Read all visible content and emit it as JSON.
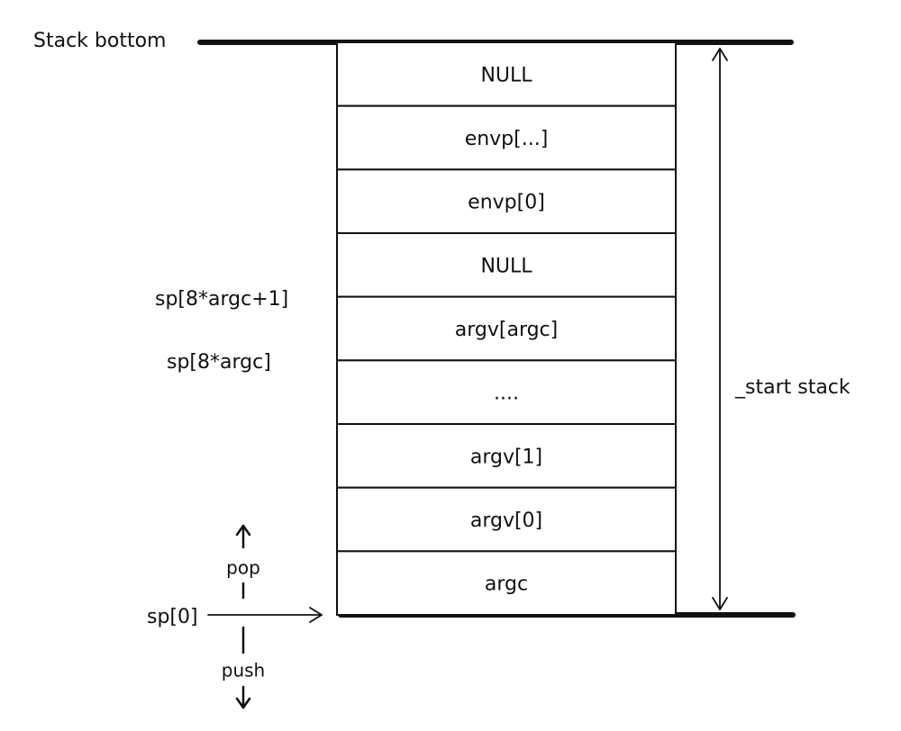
{
  "labels": {
    "stack_bottom": "Stack bottom",
    "sp_argc_plus_1": "sp[8*argc+1]",
    "sp_argc": "sp[8*argc]",
    "start_stack": "_start stack",
    "pop": "pop",
    "push": "push",
    "sp0": "sp[0]"
  },
  "cells": [
    "NULL",
    "envp[...]",
    "envp[0]",
    "NULL",
    "argv[argc]",
    "....",
    "argv[1]",
    "argv[0]",
    "argc"
  ],
  "colors": {
    "stroke": "#111111",
    "background": "#ffffff"
  }
}
